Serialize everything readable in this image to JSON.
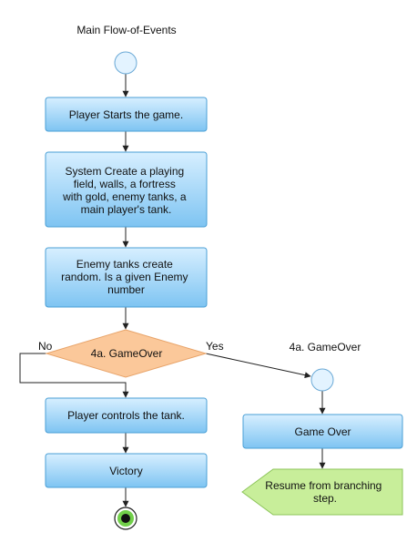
{
  "titles": {
    "main": "Main Flow-of-Events",
    "alt": "4a. GameOver"
  },
  "nodes": {
    "player_starts": [
      "Player Starts the game."
    ],
    "system_create": [
      "System Create a playing",
      "field, walls, a fortress",
      "with gold, enemy tanks, a",
      "main player's tank."
    ],
    "enemy_tanks": [
      "Enemy tanks create",
      "random. Is a given Enemy",
      "number"
    ],
    "decision": [
      "4a. GameOver"
    ],
    "player_controls": [
      "Player controls the tank."
    ],
    "victory": [
      "Victory"
    ],
    "game_over": [
      "Game Over"
    ],
    "resume": [
      "Resume from branching",
      "step."
    ]
  },
  "branches": {
    "no": "No",
    "yes": "Yes"
  },
  "colors": {
    "action_fill_top": "#d7efff",
    "action_fill_bottom": "#7ec4f2",
    "action_stroke": "#4a9fd6",
    "decision_fill": "#fbc89a",
    "decision_stroke": "#e8a46a",
    "resume_fill": "#c8ee9a",
    "resume_stroke": "#8cc45a",
    "final_fill": "#72d04a",
    "line": "#222222"
  }
}
